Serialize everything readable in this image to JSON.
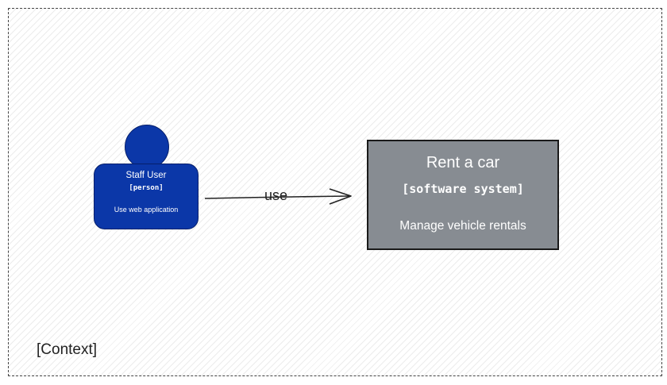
{
  "boundary": {
    "label": "[Context]"
  },
  "person": {
    "name": "Staff User",
    "type": "[person]",
    "description": "Use web application",
    "color": "#0b37a8"
  },
  "system": {
    "name": "Rent a car",
    "type": "[software system]",
    "description": "Manage vehicle rentals",
    "color": "#878c92"
  },
  "relationship": {
    "label": "use",
    "icon": "arrow-right-icon"
  }
}
